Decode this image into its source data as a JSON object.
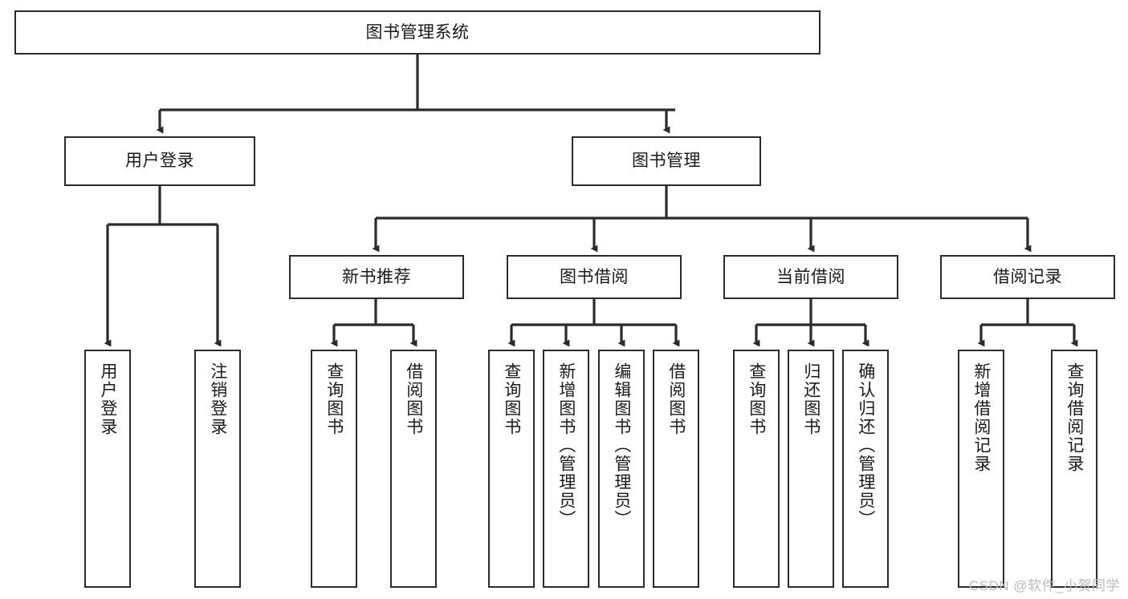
{
  "diagram": {
    "type": "tree-hierarchy-chart",
    "title": "图书管理系统",
    "colors": {
      "box_border": "#2b2b2b",
      "connector": "#2b2b2b",
      "background": "#ffffff",
      "text": "#1a1a1a",
      "watermark": "#b9b9b9"
    },
    "watermark": "CSDN @软件_小贺同学",
    "nodes": {
      "root": {
        "label": "图书管理系统"
      },
      "level1": [
        {
          "label": "用户登录"
        },
        {
          "label": "图书管理"
        }
      ],
      "level2": [
        {
          "label": "新书推荐"
        },
        {
          "label": "图书借阅"
        },
        {
          "label": "当前借阅"
        },
        {
          "label": "借阅记录"
        }
      ],
      "leaves_user_login": [
        {
          "label": "用户登录"
        },
        {
          "label": "注销登录"
        }
      ],
      "leaves_new_book": [
        {
          "label": "查询图书"
        },
        {
          "label": "借阅图书"
        }
      ],
      "leaves_borrow": [
        {
          "label": "查询图书"
        },
        {
          "label": "新增图书（管理员）"
        },
        {
          "label": "编辑图书（管理员）"
        },
        {
          "label": "借阅图书"
        }
      ],
      "leaves_current": [
        {
          "label": "查询图书"
        },
        {
          "label": "归还图书"
        },
        {
          "label": "确认归还（管理员）"
        }
      ],
      "leaves_records": [
        {
          "label": "新增借阅记录"
        },
        {
          "label": "查询借阅记录"
        }
      ]
    }
  }
}
